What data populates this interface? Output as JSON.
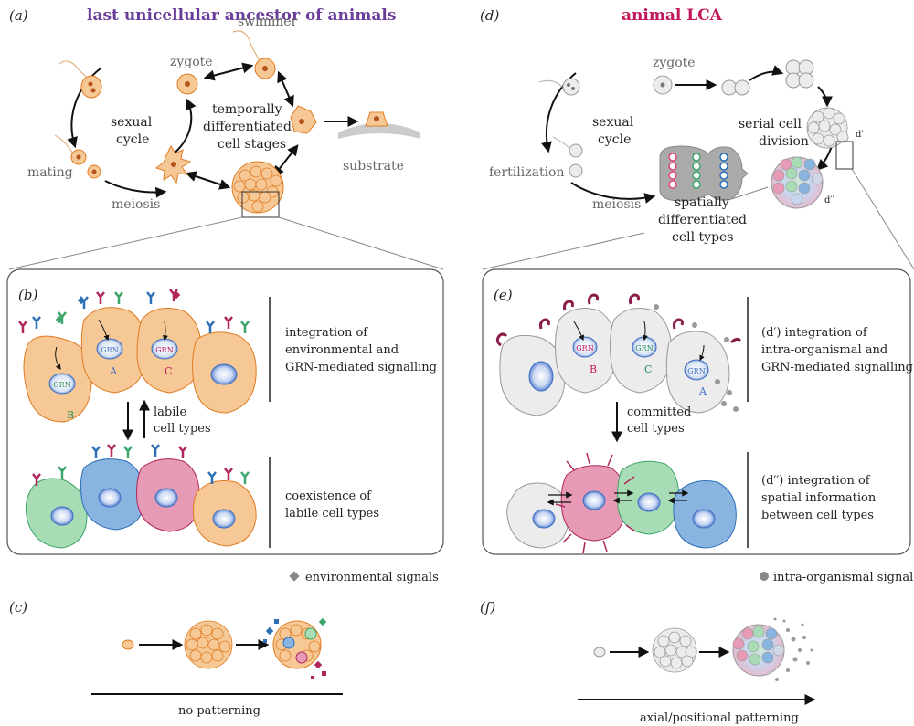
{
  "panels": {
    "a": {
      "letter": "(a)",
      "title": "last unicellular ancestor of animals"
    },
    "b": {
      "letter": "(b)"
    },
    "c": {
      "letter": "(c)"
    },
    "d": {
      "letter": "(d)",
      "title": "animal LCA"
    },
    "e": {
      "letter": "(e)"
    },
    "f": {
      "letter": "(f)"
    }
  },
  "left_cycle": {
    "zygote": "zygote",
    "swimmer": "swimmer",
    "sexual": "sexual",
    "cycle": "cycle",
    "mating": "mating",
    "meiosis": "meiosis",
    "center1": "temporally",
    "center2": "differentiated",
    "center3": "cell stages",
    "substrate": "substrate"
  },
  "right_cycle": {
    "zygote": "zygote",
    "sexual": "sexual",
    "cycle": "cycle",
    "fertilization": "fertilization",
    "meiosis": "meiosis",
    "serial1": "serial cell",
    "serial2": "division",
    "d1": "d′",
    "d2": "d′′",
    "spatial1": "spatially",
    "spatial2": "differentiated",
    "spatial3": "cell types"
  },
  "box_b": {
    "grn": "GRN",
    "labelA": "A",
    "labelB": "B",
    "labelC": "C",
    "desc1": [
      "integration of",
      "environmental and",
      "GRN-mediated signalling"
    ],
    "labile1": "labile",
    "labile2": "cell types",
    "desc2": [
      "coexistence of",
      "labile cell types"
    ]
  },
  "box_e": {
    "grn": "GRN",
    "labelA": "A",
    "labelB": "B",
    "labelC": "C",
    "desc1": [
      "(d′) integration of",
      "intra-organismal and",
      "GRN-mediated signalling"
    ],
    "committed1": "committed",
    "committed2": "cell types",
    "desc2": [
      "(d′′) integration of",
      "spatial information",
      "between cell types"
    ]
  },
  "legends": {
    "env": "environmental signals",
    "intra": "intra-organismal signals"
  },
  "bottom": {
    "no_patterning": "no patterning",
    "axial": "axial/positional patterning"
  },
  "colors": {
    "title_left": "#6a3d9a",
    "title_right": "#c2185b",
    "orange_fill": "#f6c896",
    "orange_stroke": "#e07b20",
    "green_fill": "#a8dcb4",
    "blue_fill": "#8ab4e0",
    "pink_fill": "#e79ab5",
    "grey_fill": "#ececec"
  }
}
